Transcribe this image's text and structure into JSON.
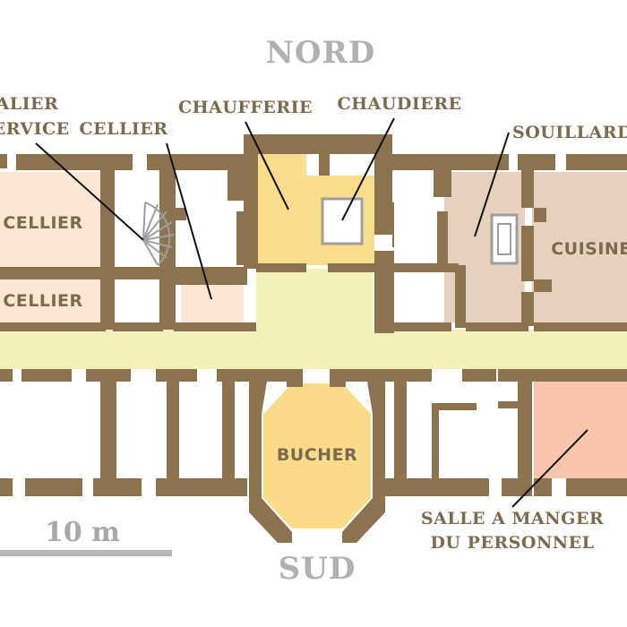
{
  "orientation": {
    "north": "NORD",
    "south": "SUD"
  },
  "scale": {
    "label": "10 m"
  },
  "rooms": {
    "cellier_left_top": "CELLIER",
    "cellier_left_bottom": "CELLIER",
    "cuisine": "CUISINE",
    "bucher": "BUCHER"
  },
  "callouts": {
    "escalier_line1": "ESCALIER",
    "escalier_line2": "DE SERVICE",
    "cellier": "CELLIER",
    "chaufferie": "CHAUFFERIE",
    "chaudiere": "CHAUDIERE",
    "souillarde": "SOUILLARDE",
    "salle_line1": "SALLE A MANGER",
    "salle_line2": "DU PERSONNEL"
  },
  "colors": {
    "wall": "#8b7350",
    "corridor": "#f3f0b8",
    "cellier": "#fbe7d4",
    "chaufferie": "#f9dc8c",
    "souillarde_cuisine": "#e6d1bf",
    "bucher": "#f9db8a",
    "salle_a_manger": "#f9c4ae",
    "label_text": "#7a6a4e",
    "orientation_text": "#b0b0b0"
  }
}
